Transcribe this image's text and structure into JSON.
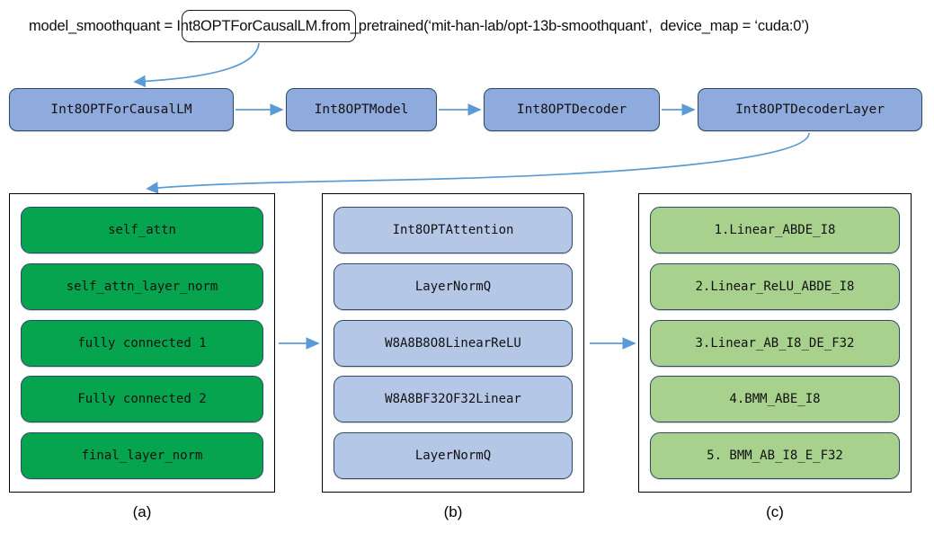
{
  "code_line": {
    "prefix": "model_smoothquant = ",
    "highlighted": "Int8OPTForCausalLM.f",
    "suffix": "rom_pretrained(‘mit-han-lab/opt-13b-smoothquant’,  device_map = ‘cuda:0’)",
    "full_text": "model_smoothquant = Int8OPTForCausalLM.from_pretrained(‘mit-han-lab/opt-13b-smoothquant’,  device_map = ‘cuda:0’)"
  },
  "pipeline": {
    "nodes": [
      {
        "label": "Int8OPTForCausalLM"
      },
      {
        "label": "Int8OPTModel"
      },
      {
        "label": "Int8OPTDecoder"
      },
      {
        "label": "Int8OPTDecoderLayer"
      }
    ]
  },
  "panels": [
    {
      "id": "a",
      "caption": "(a)",
      "items": [
        {
          "label": "self_attn"
        },
        {
          "label": "self_attn_layer_norm"
        },
        {
          "label": "fully connected 1"
        },
        {
          "label": "Fully connected 2"
        },
        {
          "label": "final_layer_norm"
        }
      ]
    },
    {
      "id": "b",
      "caption": "(b)",
      "items": [
        {
          "label": "Int8OPTAttention"
        },
        {
          "label": "LayerNormQ"
        },
        {
          "label": "W8A8B8O8LinearReLU"
        },
        {
          "label": "W8A8BF32OF32Linear"
        },
        {
          "label": "LayerNormQ"
        }
      ]
    },
    {
      "id": "c",
      "caption": "(c)",
      "items": [
        {
          "label": "1.Linear_ABDE_I8"
        },
        {
          "label": "2.Linear_ReLU_ABDE_I8"
        },
        {
          "label": "3.Linear_AB_I8_DE_F32"
        },
        {
          "label": "4.BMM_ABE_I8"
        },
        {
          "label": "5. BMM_AB_I8_E_F32"
        }
      ]
    }
  ],
  "colors": {
    "node_blue_fill": "#8faadc",
    "item_green_fill": "#07a44f",
    "item_blue_fill": "#b4c7e7",
    "item_sage_fill": "#a9d18e",
    "border_navy": "#2e4a66",
    "arrow_blue": "#5b9bd5",
    "panel_border": "#000000"
  }
}
